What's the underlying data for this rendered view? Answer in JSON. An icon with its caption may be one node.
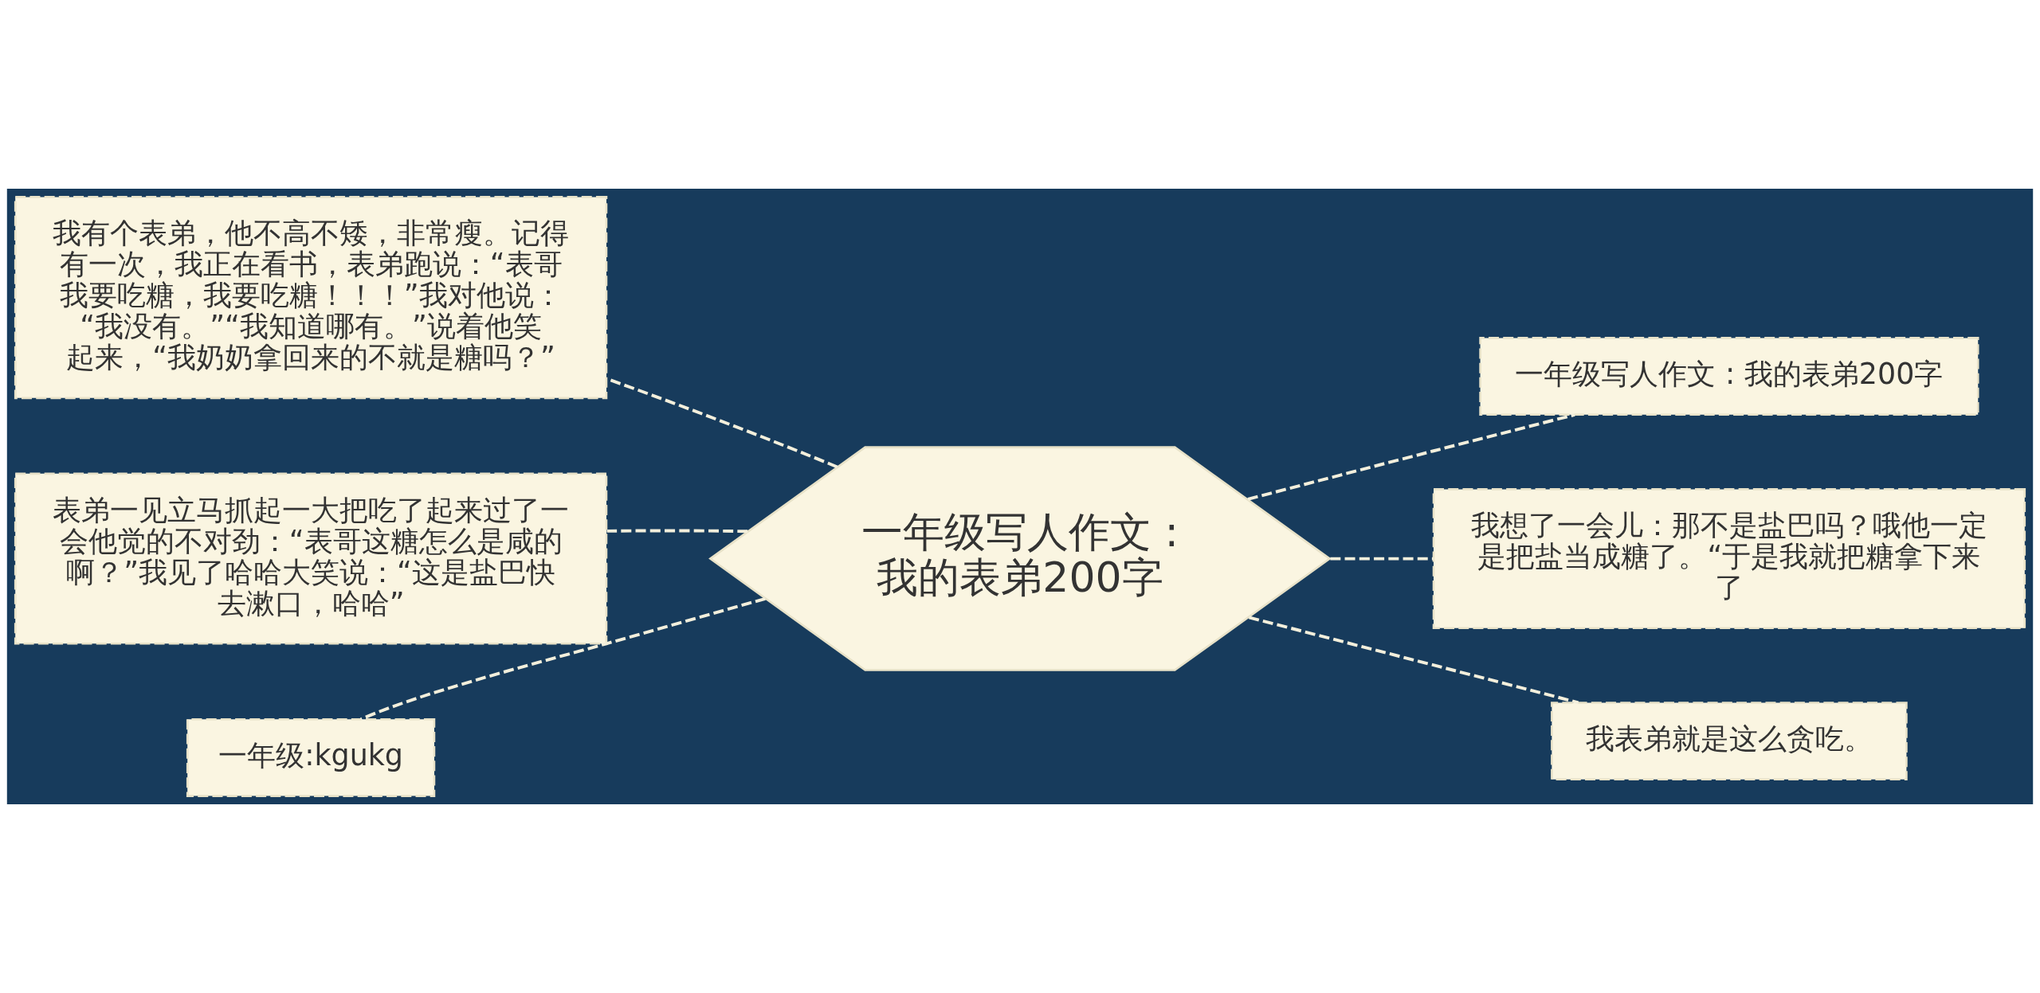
{
  "diagram": {
    "nodes": [
      {
        "text": [
          "一年级写人作文 : 我的表弟200字"
        ]
      },
      {
        "text": [
          "我有个表弟，他不高不矮，非常瘦。记得有一次，我正在看书，表弟跑说：“表哥我要吃糖，我要吃糖！！！”我对他说：“我没有。”“我知道哪有。”说着他笑起来，“我奶奶拿回来的不就是糖吗？”"
        ]
      },
      {
        "text": [
          "表弟一见立马抓起一大把吃了起来过了一会他觉的不对劲：“表哥这糖怎么是咸的啊？”我见了哈哈大笑说：“这是盐巴快去漱口，哈哈”"
        ]
      },
      {
        "text": [
          "一年级:kgukg"
        ]
      },
      {
        "text": [
          "一年级写人作文 : 我的表弟200字"
        ]
      },
      {
        "text": [
          "我想了一会儿：那不是盐巴吗？哦他一定是把盐当成糖了。“于是我就把糖拿下来了"
        ]
      },
      {
        "text": [
          "我表弟就是这么贪吃。"
        ]
      }
    ],
    "edges": [
      {
        "from": 0,
        "to": 1,
        "arrow": "none",
        "style": "dashed"
      },
      {
        "from": 0,
        "to": 2,
        "arrow": "none",
        "style": "dashed"
      },
      {
        "from": 0,
        "to": 3,
        "arrow": "none",
        "style": "dashed"
      },
      {
        "from": 0,
        "to": 4,
        "arrow": "none",
        "style": "dashed"
      },
      {
        "from": 0,
        "to": 5,
        "arrow": "none",
        "style": "dashed"
      },
      {
        "from": 0,
        "to": 6,
        "arrow": "none",
        "style": "dashed"
      }
    ]
  }
}
